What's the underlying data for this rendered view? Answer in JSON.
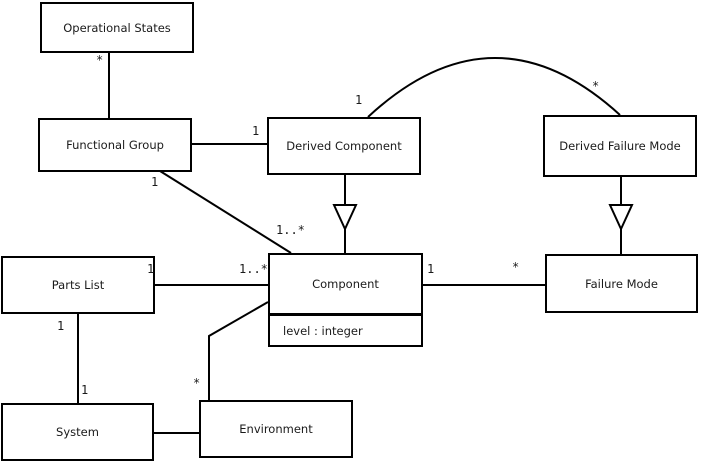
{
  "diagram_type": "uml-class-diagram",
  "colors": {
    "background": "#ffffff",
    "line": "#000000",
    "box_fill": "#ffffff",
    "text": "#1a1a1a"
  },
  "classes": {
    "operational_states": {
      "name": "Operational States"
    },
    "functional_group": {
      "name": "Functional Group"
    },
    "derived_component": {
      "name": "Derived Component"
    },
    "derived_failure_mode": {
      "name": "Derived Failure Mode"
    },
    "parts_list": {
      "name": "Parts List"
    },
    "component": {
      "name": "Component",
      "attributes": [
        "level : integer"
      ]
    },
    "failure_mode": {
      "name": "Failure Mode"
    },
    "system": {
      "name": "System"
    },
    "environment": {
      "name": "Environment"
    }
  },
  "multiplicities": {
    "os_fg_os_end": "*",
    "fg_dc_dc_end": "1",
    "fg_comp_fg_end": "1",
    "fg_comp_comp_end": "1..*",
    "pl_comp_pl_end": "1",
    "pl_comp_comp_end": "1..*",
    "comp_fm_comp_end": "1",
    "comp_fm_fm_end": "*",
    "pl_sys_pl_end": "1",
    "pl_sys_sys_end": "1",
    "env_comp_env_end": "*",
    "dc_dfm_dc_end": "1",
    "dc_dfm_dfm_end": "*"
  },
  "associations": [
    {
      "from": "Operational States",
      "to": "Functional Group",
      "from_label": "*",
      "to_label": "",
      "kind": "association"
    },
    {
      "from": "Functional Group",
      "to": "Derived Component",
      "from_label": "",
      "to_label": "1",
      "kind": "association"
    },
    {
      "from": "Functional Group",
      "to": "Component",
      "from_label": "1",
      "to_label": "1..*",
      "kind": "association"
    },
    {
      "from": "Parts List",
      "to": "Component",
      "from_label": "1",
      "to_label": "1..*",
      "kind": "association"
    },
    {
      "from": "Component",
      "to": "Failure Mode",
      "from_label": "1",
      "to_label": "*",
      "kind": "association"
    },
    {
      "from": "Parts List",
      "to": "System",
      "from_label": "1",
      "to_label": "1",
      "kind": "association"
    },
    {
      "from": "System",
      "to": "Environment",
      "from_label": "",
      "to_label": "",
      "kind": "association"
    },
    {
      "from": "Environment",
      "to": "Component",
      "from_label": "*",
      "to_label": "",
      "kind": "association"
    },
    {
      "from": "Derived Component",
      "to": "Derived Failure Mode",
      "from_label": "1",
      "to_label": "*",
      "kind": "association-arc"
    },
    {
      "from": "Derived Component",
      "to": "Component",
      "kind": "generalization"
    },
    {
      "from": "Derived Failure Mode",
      "to": "Failure Mode",
      "kind": "generalization"
    }
  ]
}
